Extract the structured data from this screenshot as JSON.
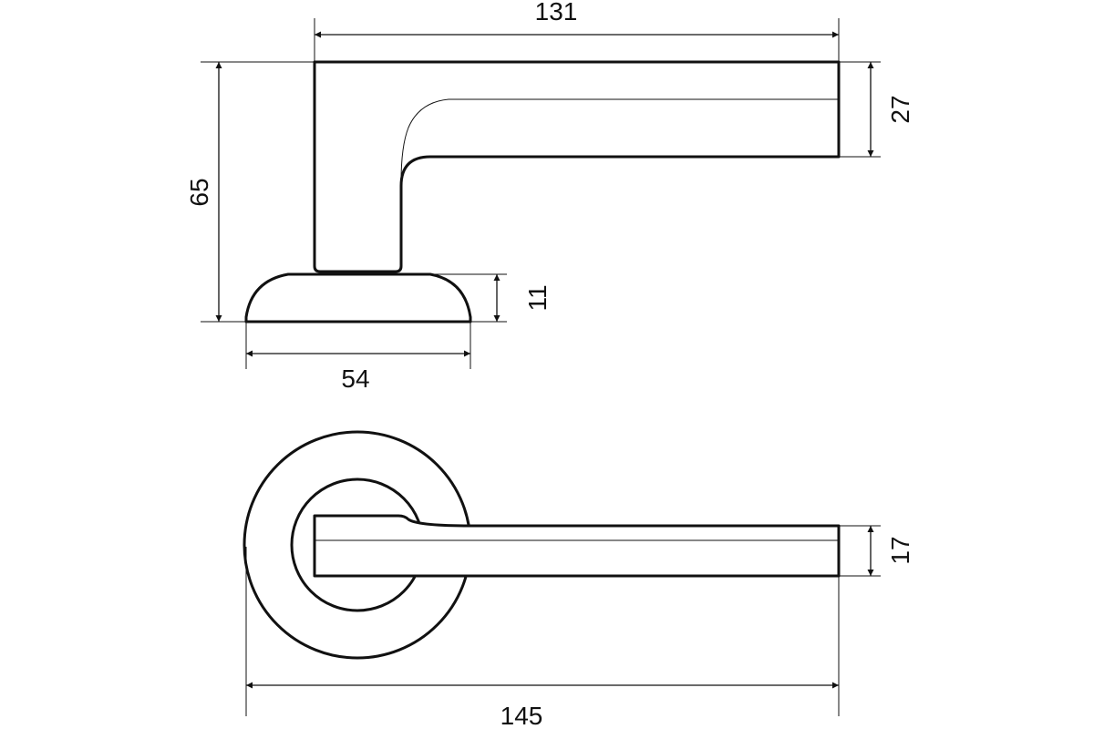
{
  "dimensions": {
    "side_length": "131",
    "side_height": "65",
    "lever_height": "27",
    "rose_height": "11",
    "rose_diameter": "54",
    "top_length": "145",
    "top_width": "17"
  }
}
